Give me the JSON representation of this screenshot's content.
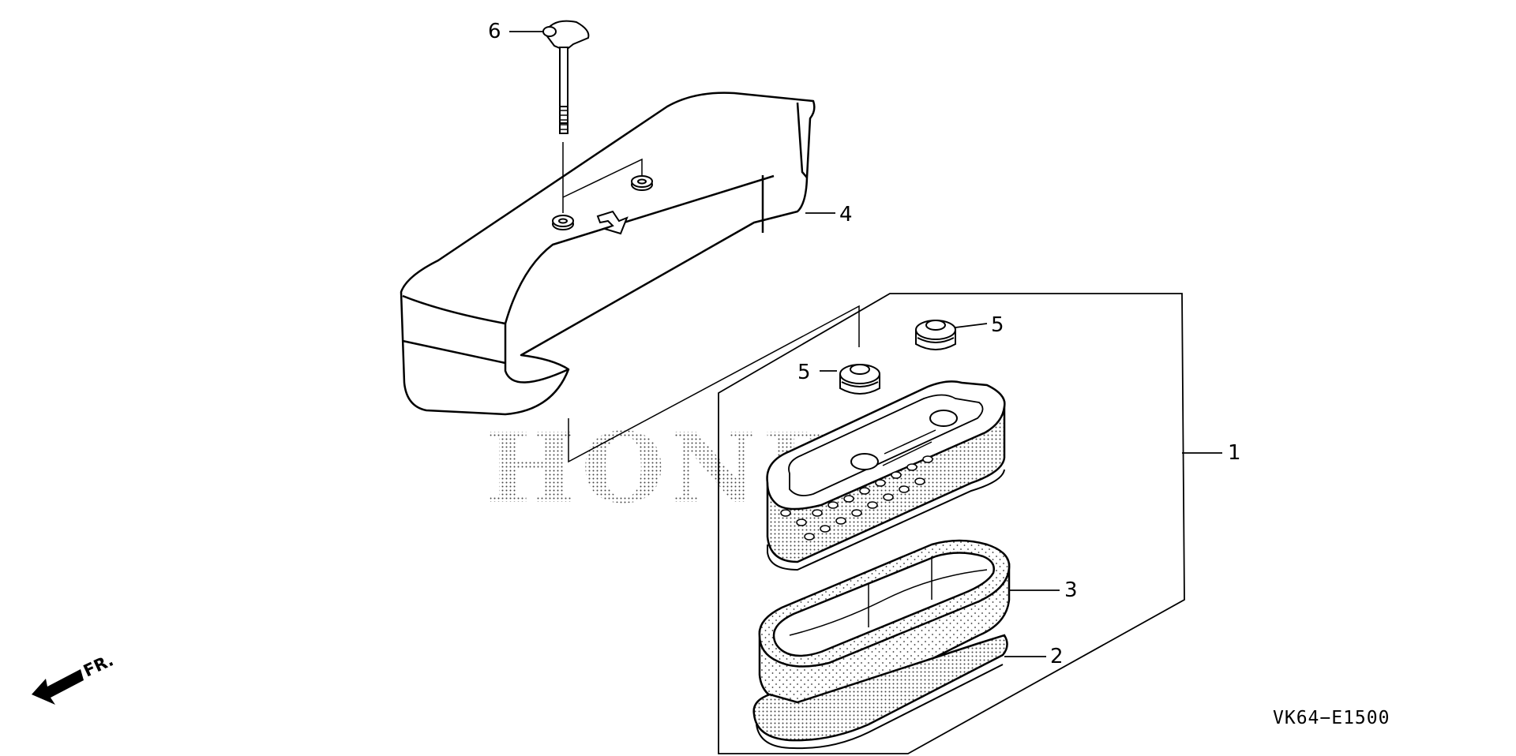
{
  "watermark": {
    "text": "HONDA"
  },
  "drawing_code": "VK64−E1500",
  "front_indicator": {
    "label": "FR."
  },
  "callouts": {
    "c1": "1",
    "c2": "2",
    "c3": "3",
    "c4": "4",
    "c5a": "5",
    "c5b": "5",
    "c6": "6"
  }
}
